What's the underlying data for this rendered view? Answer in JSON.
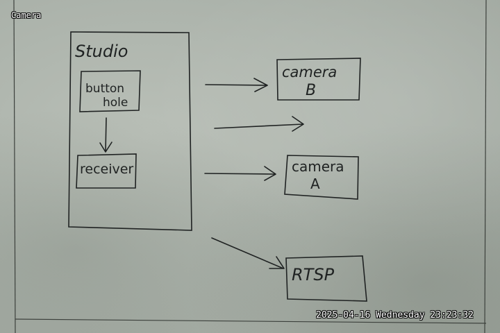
{
  "osd": {
    "camera_label": "Camera",
    "timestamp": "2025-04-16 Wednesday 23:23:32"
  },
  "whiteboard": {
    "studio_label": "Studio",
    "button_hole_line1": "button",
    "button_hole_line2": "hole",
    "receiver_label": "receiver",
    "camera_b_line1": "camera",
    "camera_b_line2": "B",
    "camera_a_line1": "camera",
    "camera_a_line2": "A",
    "rtsp_label": "RTSP"
  }
}
